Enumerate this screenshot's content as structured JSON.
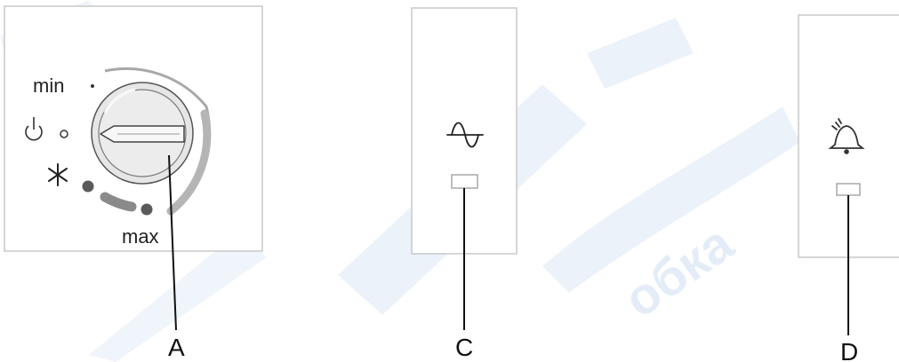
{
  "panel_a": {
    "dial_label_min": "min",
    "dial_label_max": "max",
    "callout_letter": "A",
    "icons": {
      "power": "power-icon",
      "off_dot": "off-position-icon",
      "freeze": "asterisk-icon"
    }
  },
  "panel_c": {
    "callout_letter": "C",
    "icon": "sine-wave-icon"
  },
  "panel_d": {
    "callout_letter": "D",
    "icon": "alarm-bell-icon"
  },
  "watermark": {
    "text": "обка"
  },
  "colors": {
    "panel_border": "#c8c8c8",
    "knob_fill": "#e6e6e6",
    "arc_gray": "#a8a8a8",
    "dot_gray": "#5a5a5a",
    "watermark_blue": "#dbe8f6"
  }
}
